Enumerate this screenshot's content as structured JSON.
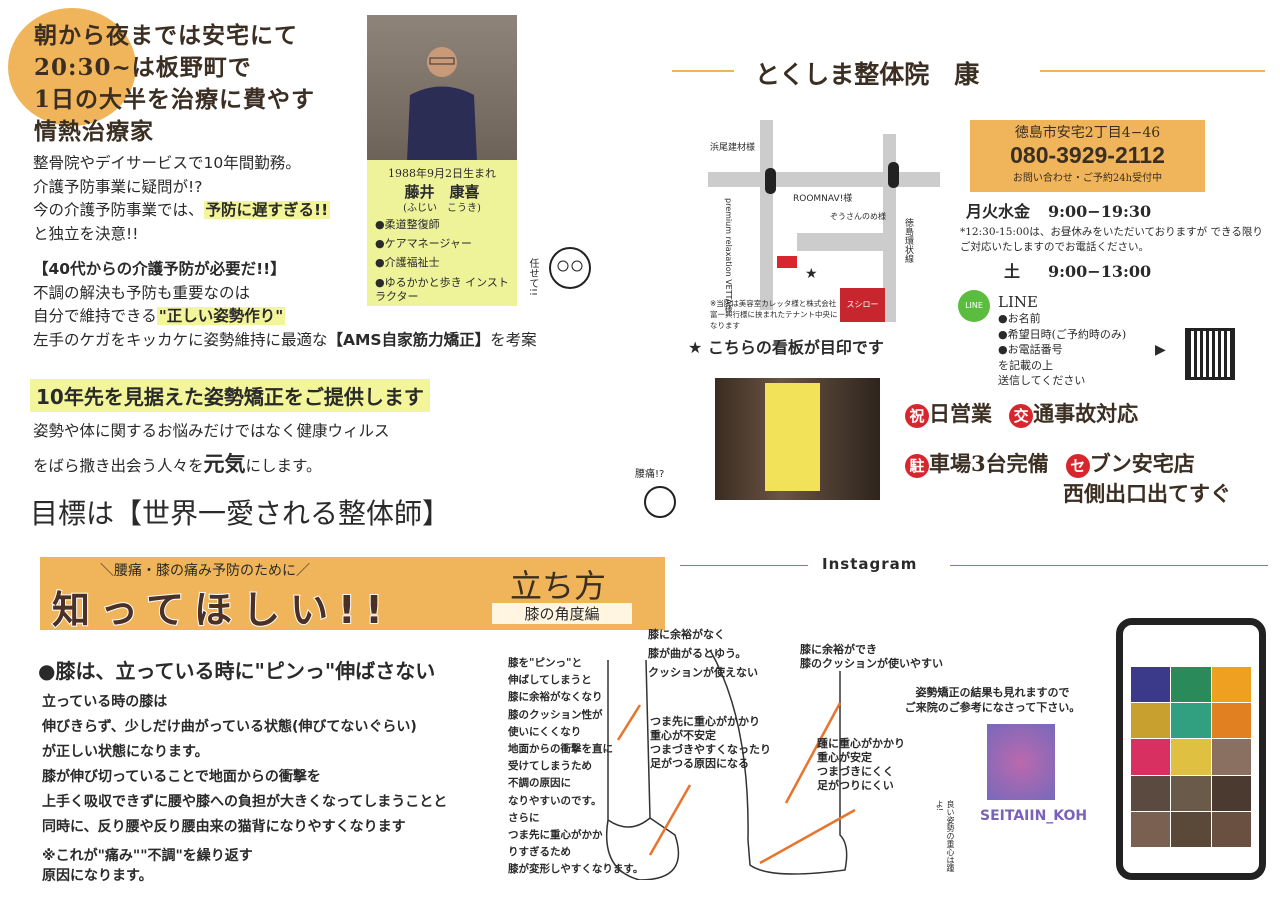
{
  "intro": {
    "headline": [
      "朝から夜までは安宅にて",
      "20:30~は板野町で",
      "1日の大半を治療に費やす",
      "情熱治療家"
    ],
    "p1": [
      "整骨院やデイサービスで10年間勤務。",
      "介護予防事業に疑問が!?"
    ],
    "p1_pre": "今の介護予防事業では、",
    "p1_hl": "予防に遅すぎる!!",
    "p1_end": "と独立を決意!!",
    "h2": "【40代からの介護予防が必要だ!!】",
    "p2": "不調の解決も予防も重要なのは",
    "p2b_pre": "自分で維持できる",
    "p2b_hl": "\"正しい姿勢作り\"",
    "p2c_pre": "左手のケガをキッカケに姿勢維持に最適な",
    "p2c_bold": "【AMS自家筋力矯正】",
    "p2c_end": "を考案",
    "offer": "10年先を見据えた姿勢矯正をご提供します",
    "offer_p1": "姿勢や体に関するお悩みだけではなく健康ウィルス",
    "offer_p2_pre": "をばら撒き出会う人々を",
    "offer_p2_big": "元気",
    "offer_p2_end": "にします。",
    "goal": "目標は【世界一愛される整体師】",
    "cartoon_text": "任せて!!"
  },
  "profile": {
    "birth": "1988年9月2日生まれ",
    "name": "藤井　康喜",
    "kana": "(ふじい　こうき)",
    "quals": [
      "●柔道整復師",
      "●ケアマネージャー",
      "●介護福祉士",
      "●ゆるかかと歩き インストラクター"
    ]
  },
  "clinic": {
    "name": "とくしま整体院　康",
    "address": "徳島市安宅2丁目4−46",
    "phone": "080-3929-2112",
    "phone_note": "お問い合わせ・ご予約24h受付中",
    "hours": [
      {
        "days": "月火水金",
        "time": "9:00−19:30"
      },
      {
        "days": "土",
        "time": "9:00−13:00"
      }
    ],
    "lunch_note": "*12:30-15:00は、お昼休みをいただいておりますが できる限りご対応いたしますのでお電話ください。",
    "line_title": "LINE",
    "line_icon": "LINE",
    "line_items": [
      "●お名前",
      "●希望日時(ご予約時のみ)",
      "●お電話番号",
      "を記載の上",
      "送信してください"
    ],
    "features": [
      {
        "badge": "祝",
        "text": "日営業"
      },
      {
        "badge": "交",
        "text": "通事故対応"
      },
      {
        "badge": "駐",
        "text": "車場3台完備"
      },
      {
        "badge": "セ",
        "text": "ブン安宅店"
      }
    ],
    "feature_note": "西側出口出てすぐ"
  },
  "map": {
    "labels": [
      "浜尾建材様",
      "ROOMNAV!様",
      "ぞうさんのめ様",
      "premium relaxation VETTA様",
      "徳島環状線"
    ],
    "shop": "スシロー",
    "note": "※当院は美容室カレッタ様と株式会社富一興行様に挟まれたテナント中央になります",
    "sign": "★ こちらの看板が目印です",
    "cartoon": "腰痛!?"
  },
  "instagram": {
    "label": "Instagram",
    "note": [
      "姿勢矯正の結果も見れますので",
      "ご来院のご参考になさって下さい。"
    ],
    "handle": "SEITAIIN_KOH"
  },
  "banner": {
    "sub": "＼腰痛・膝の痛み予防のために／",
    "main": "知ってほしい!!",
    "title": "立ち方",
    "subtitle": "膝の角度編"
  },
  "knee": {
    "heading": "●膝は、立っている時に\"ピンっ\"伸ばさない",
    "body": [
      "立っている時の膝は",
      "伸びきらず、少しだけ曲がっている状態(伸びてないぐらい)",
      "が正しい状態になります。",
      "膝が伸び切っていることで地面からの衝撃を",
      "上手く吸収できずに腰や膝への負担が大きくなってしまうことと",
      "同時に、反り腰や反り腰由来の猫背になりやすくなります"
    ],
    "note": [
      "※これが\"痛み\"\"不調\"を繰り返す",
      "原因になります。"
    ],
    "side": [
      "膝を\"ピンっ\"と",
      "伸ばしてしまうと",
      "膝に余裕がなくなり",
      "膝のクッション性が",
      "使いにくくなり",
      "地面からの衝撃を直に",
      "受けてしまうため",
      "不調の原因に",
      "なりやすいのです。",
      "さらに",
      "つま先に重心がかか",
      "りすぎるため",
      "膝が変形しやすくなります。"
    ],
    "bad_top": [
      "膝に余裕がなく",
      "膝が曲がるとゆう。",
      "クッションが使えない"
    ],
    "bad_mid": [
      "つま先に重心がかかり",
      "重心が不安定",
      "つまづきやすくなったり",
      "足がつる原因になる"
    ],
    "good_top": [
      "膝に余裕ができ",
      "膝のクッションが使いやすい"
    ],
    "good_mid": [
      "踵に重心がかかり",
      "重心が安定",
      "つまづきにくく",
      "足がつりにくい"
    ],
    "cartoon": "良い姿勢の重心は踵よ!"
  }
}
